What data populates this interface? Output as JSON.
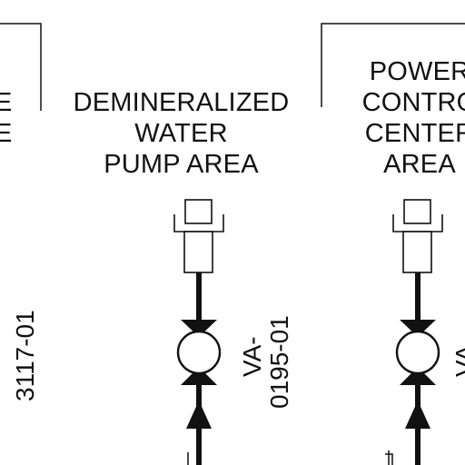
{
  "areas": {
    "left": {
      "lines": [
        "E",
        "E"
      ]
    },
    "demin": {
      "lines": [
        "DEMINERALIZED",
        "WATER",
        "PUMP AREA"
      ]
    },
    "power": {
      "lines": [
        "POWER",
        "CONTRO",
        "CENTER",
        "AREA"
      ]
    }
  },
  "tags": {
    "left_tag": "3117-01",
    "demin_tag_line1": "VA-",
    "demin_tag_line2": "0195-01",
    "power_tag_partial": "VA"
  },
  "colors": {
    "line": "#111111",
    "background": "#ffffff"
  },
  "icons": {
    "valve": "gate-valve-icon",
    "flow_arrow": "flow-arrow-up-icon",
    "instrument": "pressure-instrument-icon"
  }
}
